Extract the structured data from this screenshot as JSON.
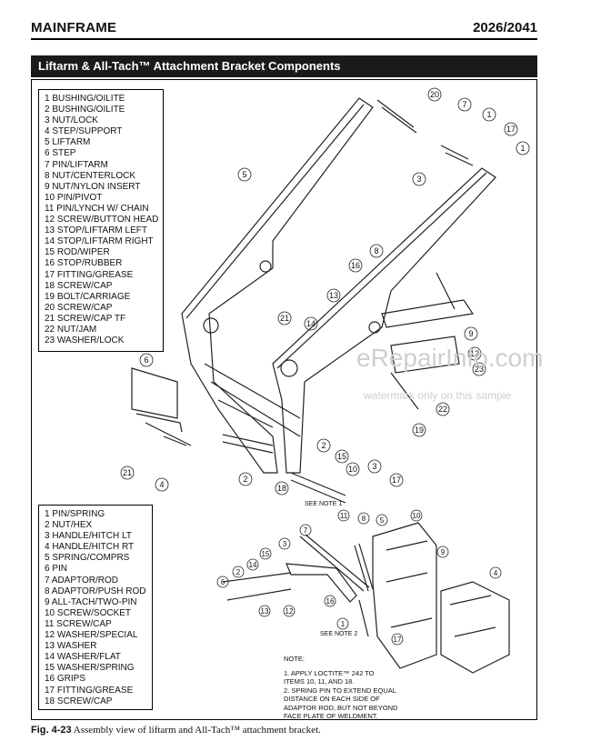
{
  "header": {
    "section": "MAINFRAME",
    "model": "2026/2041"
  },
  "banner": "Liftarm & All-Tach™ Attachment Bracket Components",
  "parts_list_1": [
    "1 BUSHING/OILITE",
    "2 BUSHING/OILITE",
    "3 NUT/LOCK",
    "4 STEP/SUPPORT",
    "5 LIFTARM",
    "6 STEP",
    "7 PIN/LIFTARM",
    "8 NUT/CENTERLOCK",
    "9 NUT/NYLON INSERT",
    "10 PIN/PIVOT",
    "11 PIN/LYNCH W/ CHAIN",
    "12 SCREW/BUTTON HEAD",
    "13 STOP/LIFTARM LEFT",
    "14 STOP/LIFTARM RIGHT",
    "15 ROD/WIPER",
    "16 STOP/RUBBER",
    "17 FITTING/GREASE",
    "18 SCREW/CAP",
    "19 BOLT/CARRIAGE",
    "20 SCREW/CAP",
    "21 SCREW/CAP TF",
    "22 NUT/JAM",
    "23 WASHER/LOCK"
  ],
  "parts_list_2": [
    "1 PIN/SPRING",
    "2 NUT/HEX",
    "3 HANDLE/HITCH LT",
    "4 HANDLE/HITCH RT",
    "5 SPRING/COMPRS",
    "6 PIN",
    "7 ADAPTOR/ROD",
    "8 ADAPTOR/PUSH ROD",
    "9 ALL-TACH/TWO-PIN",
    "10 SCREW/SOCKET",
    "11 SCREW/CAP",
    "12 WASHER/SPECIAL",
    "13 WASHER",
    "14 WASHER/FLAT",
    "15 WASHER/SPRING",
    "16 GRIPS",
    "17 FITTING/GREASE",
    "18 SCREW/CAP"
  ],
  "see_note_1": "SEE NOTE 1",
  "see_note_2": "SEE NOTE 2",
  "notes": {
    "title": "NOTE:",
    "lines": [
      "1. APPLY LOCTITE™ 242 TO",
      "    ITEMS 10, 11, AND 18.",
      "2. SPRING PIN TO EXTEND EQUAL",
      "    DISTANCE ON EACH SIDE OF",
      "    ADAPTOR ROD, BUT NOT BEYOND",
      "    FACE PLATE OF WELDMENT."
    ]
  },
  "caption": {
    "fig": "Fig. 4-23",
    "text": "Assembly view of liftarm and All-Tach™ attachment bracket."
  },
  "watermark": {
    "main": "eRepairInfo.com",
    "sub": "watermark only on this sample"
  },
  "callouts_top": [
    "20",
    "7",
    "1",
    "17",
    "3",
    "1",
    "5",
    "8",
    "16",
    "13",
    "14",
    "21",
    "9",
    "12",
    "23",
    "22",
    "19",
    "2",
    "15",
    "10",
    "3",
    "17",
    "18",
    "2",
    "21",
    "6",
    "4"
  ],
  "callouts_bottom": [
    "11",
    "8",
    "5",
    "10",
    "7",
    "3",
    "15",
    "2",
    "14",
    "13",
    "12",
    "16",
    "1",
    "17",
    "9",
    "4",
    "6"
  ]
}
